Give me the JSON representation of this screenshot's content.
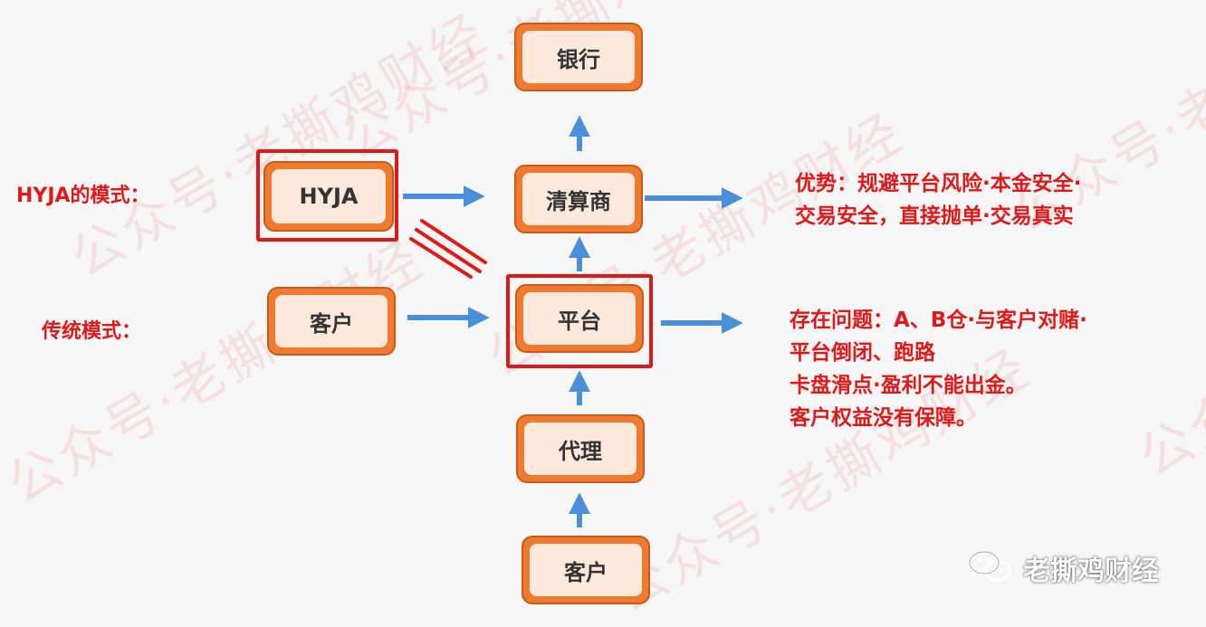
{
  "watermarks": [
    "公众号·老撕鸡财经",
    "公众号·老撕鸡财经",
    "公众号·老撕鸡财经",
    "公众号·老撕鸡财经",
    "公众号·老撕鸡财经",
    "公众号·老撕鸡财经",
    "公众号·老撕鸡财经"
  ],
  "labels": {
    "hyja_mode": "HYJA的模式：",
    "traditional_mode": "传统模式："
  },
  "nodes": {
    "bank": "银行",
    "clearing": "清算商",
    "hyja": "HYJA",
    "client_top": "客户",
    "platform": "平台",
    "agent": "代理",
    "client_bottom": "客户"
  },
  "advantages": {
    "line1": "优势：规避平台风险·本金安全·",
    "line2": "交易安全，直接抛单·交易真实"
  },
  "problems": {
    "line1": "存在问题：A、B仓·与客户对赌·",
    "line2": "平台倒闭、跑路",
    "line3": "卡盘滑点·盈利不能出金。",
    "line4": "客户权益没有保障。"
  },
  "brand": {
    "name": "老撕鸡财经",
    "icon": "wechat-icon"
  },
  "colors": {
    "box_fill": "#f07a30",
    "box_inner": "#fde9dc",
    "highlight_red": "#e01818",
    "arrow_blue": "#4a90d9",
    "watermark": "#e85050"
  }
}
